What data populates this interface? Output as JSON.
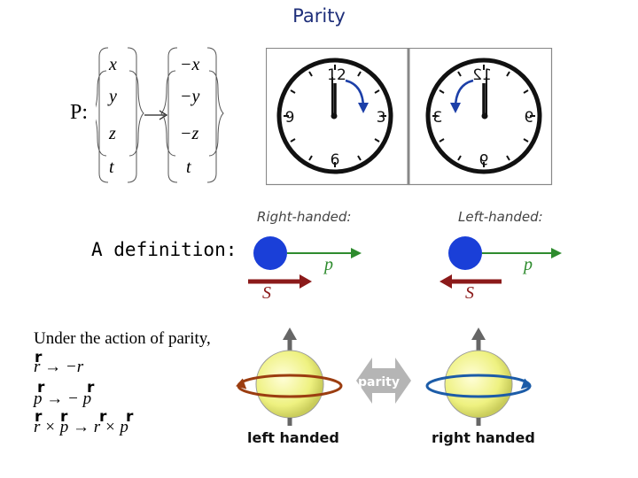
{
  "title": "Parity",
  "transform": {
    "operator": "P:",
    "left": [
      "x",
      "y",
      "z",
      "t"
    ],
    "right": [
      "−x",
      "−y",
      "−z",
      "t"
    ]
  },
  "clocks": {
    "normal": {
      "n12": "12",
      "n3": "3",
      "n6": "6",
      "n9": "9"
    },
    "mirrored": {
      "n12": "12",
      "n3": "3",
      "n6": "6",
      "n9": "9"
    }
  },
  "definition_label": "A definition:",
  "handedness": {
    "right_label": "Right-handed:",
    "left_label": "Left-handed:",
    "momentum": "p",
    "spin": "S"
  },
  "rules": {
    "intro": "Under the action of parity,",
    "line1_vec": "r",
    "line1": "r → −r",
    "line2_vecs": [
      "r",
      "r"
    ],
    "line2": "p → − p",
    "line3_vecs": [
      "r",
      "r",
      "r",
      "r"
    ],
    "line3": "r × p → r × p"
  },
  "spheres": {
    "left_caption": "left handed",
    "right_caption": "right handed",
    "arrow_label": "parity"
  },
  "colors": {
    "title": "#1f2f7a",
    "ball": "#1a3fd8",
    "momentum": "#2e8b2e",
    "spin": "#8b1a1a",
    "sphere": "#f3f59a",
    "left_ring": "#9b3d10",
    "right_ring": "#1c5ca8",
    "parity_arrow": "#b5b5b5"
  }
}
